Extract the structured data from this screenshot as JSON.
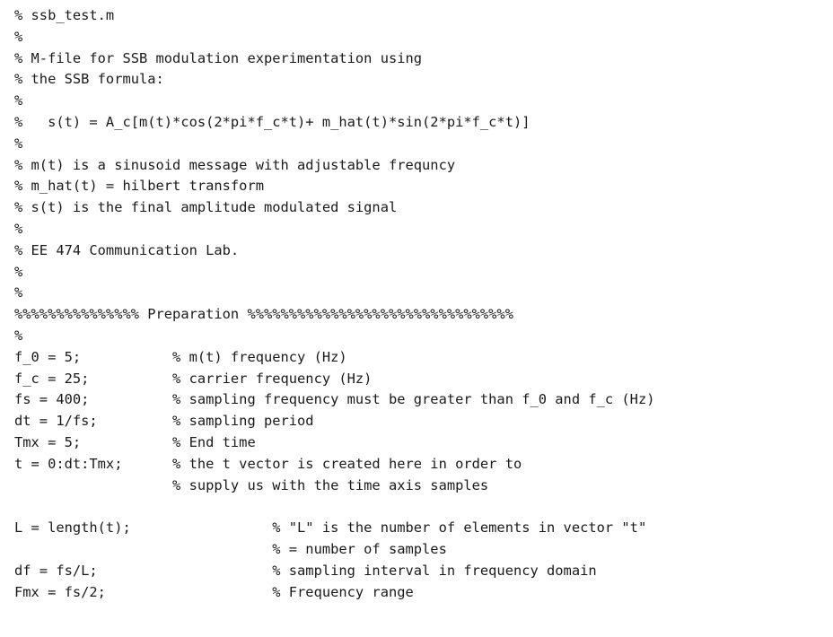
{
  "lines": [
    "% ssb_test.m",
    "%",
    "% M-file for SSB modulation experimentation using",
    "% the SSB formula:",
    "%",
    "%   s(t) = A_c[m(t)*cos(2*pi*f_c*t)+ m_hat(t)*sin(2*pi*f_c*t)]",
    "%",
    "% m(t) is a sinusoid message with adjustable frequncy",
    "% m_hat(t) = hilbert transform",
    "% s(t) is the final amplitude modulated signal",
    "%",
    "% EE 474 Communication Lab.",
    "%",
    "%",
    "%%%%%%%%%%%%%%% Preparation %%%%%%%%%%%%%%%%%%%%%%%%%%%%%%%%",
    "%",
    "f_0 = 5;           % m(t) frequency (Hz)",
    "f_c = 25;          % carrier frequency (Hz)",
    "fs = 400;          % sampling frequency must be greater than f_0 and f_c (Hz)",
    "dt = 1/fs;         % sampling period",
    "Tmx = 5;           % End time",
    "t = 0:dt:Tmx;      % the t vector is created here in order to",
    "                   % supply us with the time axis samples",
    "",
    "L = length(t);                 % \"L\" is the number of elements in vector \"t\"",
    "                               % = number of samples",
    "df = fs/L;                     % sampling interval in frequency domain",
    "Fmx = fs/2;                    % Frequency range"
  ]
}
